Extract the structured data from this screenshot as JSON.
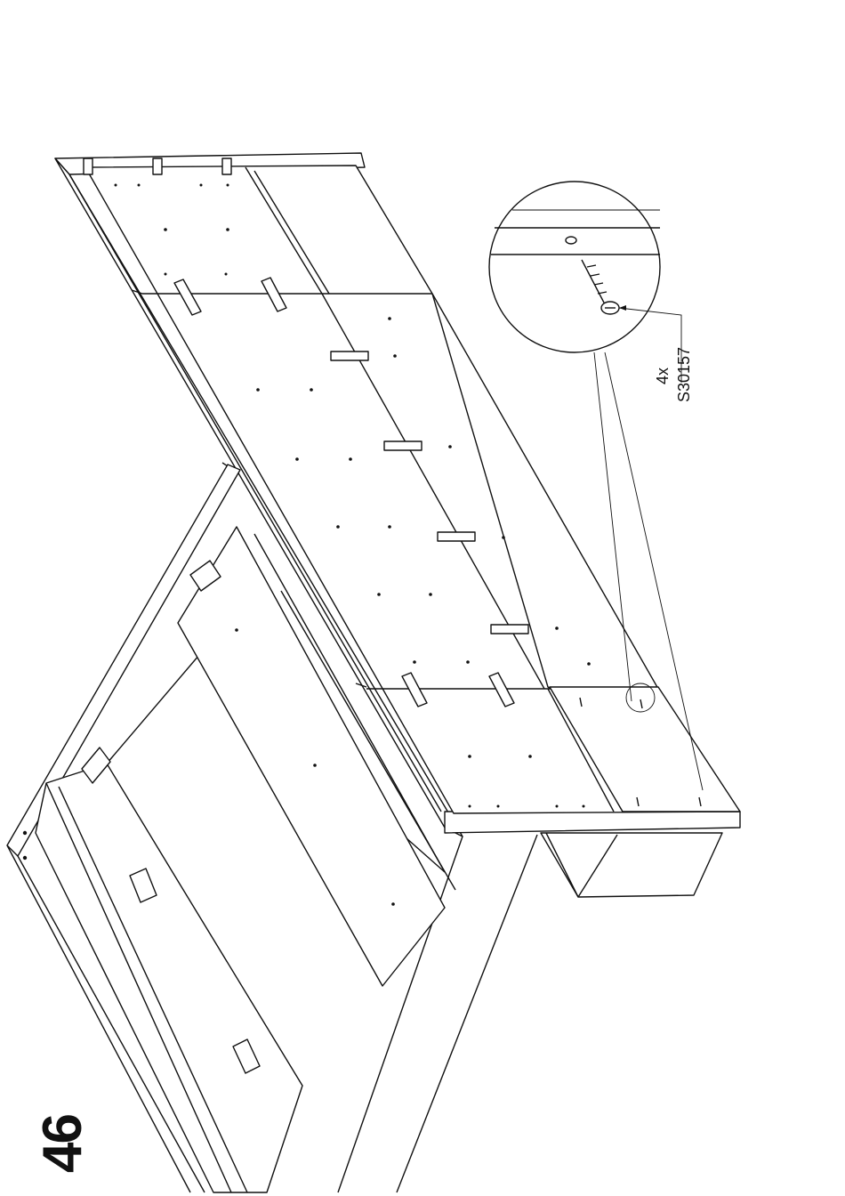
{
  "step": {
    "number": "46"
  },
  "callout": {
    "quantity": "4x",
    "part_code": "S30157",
    "part_icon": "screw-icon"
  },
  "colors": {
    "ink": "#111111",
    "paper": "#ffffff"
  }
}
